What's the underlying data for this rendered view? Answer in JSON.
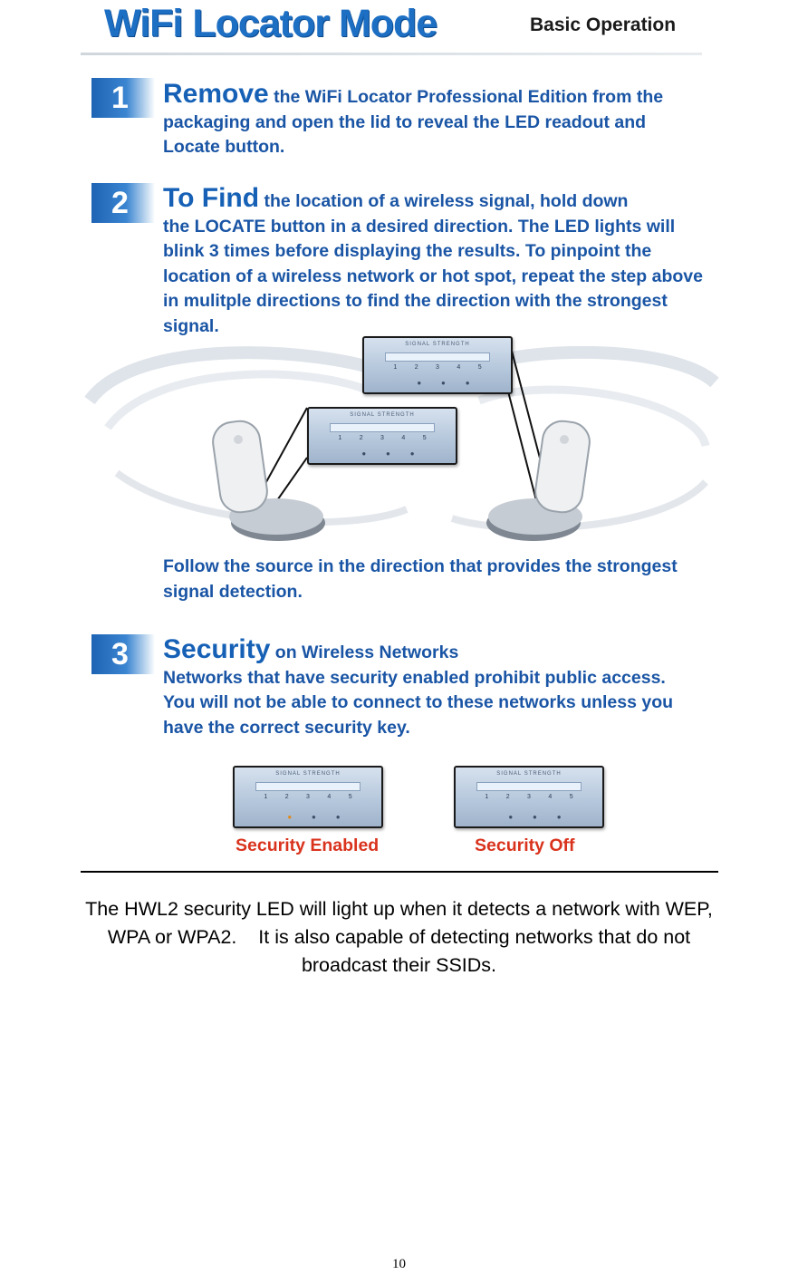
{
  "panel": {
    "title": "WiFi Locator Mode",
    "subtitle": "Basic Operation",
    "steps": [
      {
        "num": "1",
        "lead": "Remove",
        "lines": [
          " the WiFi Locator Professional Edition from the",
          "packaging and open the lid to reveal the LED readout and",
          "Locate button."
        ]
      },
      {
        "num": "2",
        "lead": "To Find",
        "lines": [
          " the location of a wireless signal, hold down",
          "the LOCATE button in a desired direction.  The LED lights will",
          "blink 3 times before displaying the results.  To pinpoint the",
          "location of a wireless network or hot spot,  repeat the step above",
          "in mulitple directions to find the direction with the strongest",
          "signal."
        ]
      },
      {
        "num": "3",
        "lead": "Security",
        "lines": [
          " on Wireless Networks",
          "Networks that have security enabled prohibit public access.",
          "You will not be able to connect to these networks unless you",
          "have the correct security key."
        ]
      }
    ],
    "follow_line1": "Follow the source in the direction that provides the strongest",
    "follow_line2": "signal detection.",
    "screen_label": "SIGNAL STRENGTH",
    "screen_nums": [
      "1",
      "2",
      "3",
      "4",
      "5"
    ],
    "security_enabled": "Security Enabled",
    "security_off": "Security Off",
    "colors": {
      "title": "#1d6fc4",
      "text": "#1a55a5",
      "accent_red": "#d9331d"
    }
  },
  "caption": {
    "line1": "The HWL2 security LED will light up when it detects a network with WEP,",
    "line2": "WPA or WPA2.    It is also capable of detecting networks that do not",
    "line3": "broadcast their SSIDs."
  },
  "page_number": "10"
}
